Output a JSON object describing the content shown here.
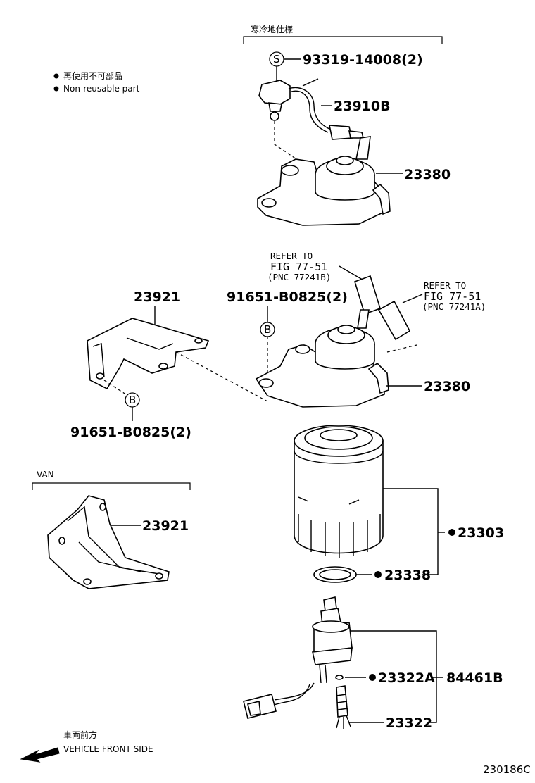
{
  "legend": {
    "line1": "再使用不可部品",
    "line2": "Non-reusable part"
  },
  "sections": {
    "cold_area": "寒冷地仕様",
    "van": "VAN"
  },
  "refs": {
    "upper": {
      "line1": "REFER TO",
      "line2": "FIG 77-51",
      "line3": "(PNC 77241B)"
    },
    "right": {
      "line1": "REFER TO",
      "line2": "FIG 77-51",
      "line3": "(PNC 77241A)"
    }
  },
  "callouts": {
    "s_symbol": "S",
    "b_symbol": "B",
    "p93319": "93319-14008(2)",
    "p23910B": "23910B",
    "p23380_top": "23380",
    "p23921_top": "23921",
    "p91651_mid": "91651-B0825(2)",
    "p23380_mid": "23380",
    "p91651_left": "91651-B0825(2)",
    "p23921_van": "23921",
    "p23303": "23303",
    "p23338": "23338",
    "p23322A": "23322A",
    "p84461B": "84461B",
    "p23322": "23322"
  },
  "direction": {
    "jp": "車両前方",
    "en": "VEHICLE FRONT SIDE"
  },
  "figure_id": "230186C"
}
